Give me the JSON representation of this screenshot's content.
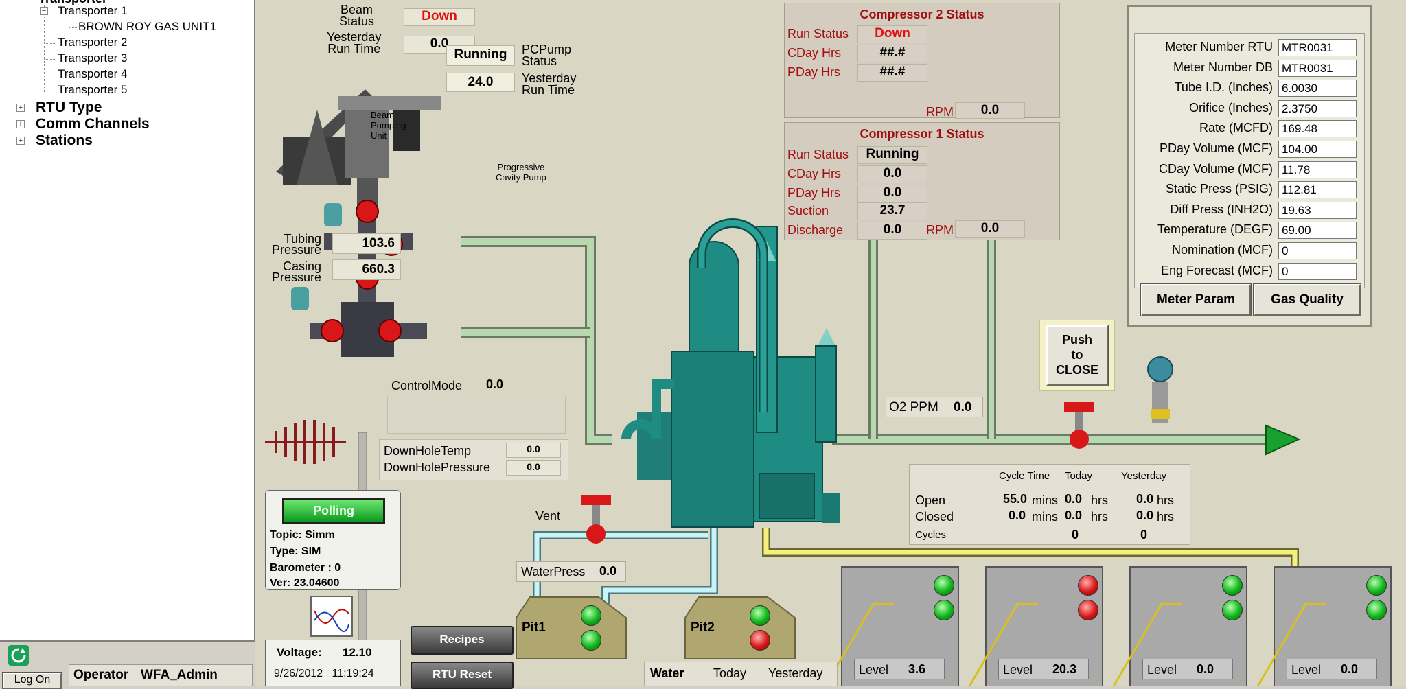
{
  "tree": {
    "partial_top": "Transporter",
    "items": [
      {
        "label": "Transporter 1"
      },
      {
        "label": "BROWN ROY GAS UNIT1"
      },
      {
        "label": "Transporter 2"
      },
      {
        "label": "Transporter 3"
      },
      {
        "label": "Transporter 4"
      },
      {
        "label": "Transporter 5"
      }
    ],
    "groups": [
      "RTU Type",
      "Comm Channels",
      "Stations"
    ]
  },
  "footer": {
    "login_label": "Log On",
    "operator_label": "Operator",
    "operator_value": "WFA_Admin"
  },
  "well": {
    "beam_status_label": "Beam\nStatus",
    "beam_status_value": "Down",
    "yesterday_runtime_label": "Yesterday\nRun Time",
    "yesterday_runtime_value": "0.0",
    "pcpump_status_value": "Running",
    "pcpump_status_label": "PCPump\nStatus",
    "pcp_runtime_value": "24.0",
    "pcp_runtime_label": "Yesterday\nRun Time",
    "beam_unit_label": "Beam\nPumping\nUnit",
    "pcp_label": "Progressive\nCavity Pump",
    "tubing_label": "Tubing\nPressure",
    "tubing_value": "103.6",
    "casing_label": "Casing\nPressure",
    "casing_value": "660.3",
    "control_mode_label": "ControlMode",
    "control_mode_value": "0.0",
    "downhole_temp_label": "DownHoleTemp",
    "downhole_temp_value": "0.0",
    "downhole_press_label": "DownHolePressure",
    "downhole_press_value": "0.0"
  },
  "rtu": {
    "polling_label": "Polling",
    "topic": "Topic: Simm",
    "type": "Type: SIM",
    "barometer": "Barometer : 0",
    "ver": "Ver: 23.04600",
    "voltage_label": "Voltage:",
    "voltage_value": "12.10",
    "datetime": "9/26/2012   11:19:24"
  },
  "buttons": {
    "recipes": "Recipes",
    "rtu_reset": "RTU Reset",
    "push_to_close": "Push\nto\nCLOSE",
    "meter_param": "Meter Param",
    "gas_quality": "Gas Quality"
  },
  "compressor2": {
    "title": "Compressor 2 Status",
    "run_status_label": "Run Status",
    "run_status_value": "Down",
    "cday_label": "CDay Hrs",
    "cday_value": "##.#",
    "pday_label": "PDay Hrs",
    "pday_value": "##.#",
    "rpm_label": "RPM",
    "rpm_value": "0.0"
  },
  "compressor1": {
    "title": "Compressor 1 Status",
    "run_status_label": "Run Status",
    "run_status_value": "Running",
    "cday_label": "CDay Hrs",
    "cday_value": "0.0",
    "pday_label": "PDay Hrs",
    "pday_value": "0.0",
    "suction_label": "Suction",
    "suction_value": "23.7",
    "discharge_label": "Discharge",
    "discharge_value": "0.0",
    "rpm_label": "RPM",
    "rpm_value": "0.0"
  },
  "meter": {
    "rows": [
      {
        "label": "Meter Number RTU",
        "value": "MTR0031"
      },
      {
        "label": "Meter Number DB",
        "value": "MTR0031"
      },
      {
        "label": "Tube I.D. (Inches)",
        "value": "6.0030"
      },
      {
        "label": "Orifice (Inches)",
        "value": "2.3750"
      },
      {
        "label": "Rate (MCFD)",
        "value": "169.48"
      },
      {
        "label": "PDay Volume (MCF)",
        "value": "104.00"
      },
      {
        "label": "CDay Volume (MCF)",
        "value": "11.78"
      },
      {
        "label": "Static Press (PSIG)",
        "value": "112.81"
      },
      {
        "label": "Diff Press (INH2O)",
        "value": "19.63"
      },
      {
        "label": "Temperature (DEGF)",
        "value": "69.00"
      },
      {
        "label": "Nomination (MCF)",
        "value": "0"
      },
      {
        "label": "Eng Forecast (MCF)",
        "value": "0"
      }
    ]
  },
  "o2": {
    "label": "O2 PPM",
    "value": "0.0"
  },
  "cycle": {
    "headers": [
      "Cycle Time",
      "Today",
      "Yesterday"
    ],
    "open_label": "Open",
    "open_cycle": "55.0",
    "open_cycle_unit": "mins",
    "open_today": "0.0",
    "open_today_unit": "hrs",
    "open_yest": "0.0",
    "open_yest_unit": "hrs",
    "closed_label": "Closed",
    "closed_cycle": "0.0",
    "closed_cycle_unit": "mins",
    "closed_today": "0.0",
    "closed_today_unit": "hrs",
    "closed_yest": "0.0",
    "closed_yest_unit": "hrs",
    "cycles_label": "Cycles",
    "cycles_today": "0",
    "cycles_yest": "0"
  },
  "vent_label": "Vent",
  "water": {
    "press_label": "WaterPress",
    "press_value": "0.0",
    "pit1": "Pit1",
    "pit2": "Pit2",
    "table_label": "Water",
    "today": "Today",
    "yesterday": "Yesterday"
  },
  "tanks": [
    {
      "level_label": "Level",
      "level": "3.6"
    },
    {
      "level_label": "Level",
      "level": "20.3"
    },
    {
      "level_label": "Level",
      "level": "0.0"
    },
    {
      "level_label": "Level",
      "level": "0.0"
    }
  ],
  "colors": {
    "pipe": "#b8d8b0",
    "vessel": "#1f8c84",
    "status_red": "#e01010",
    "arrow_green": "#1aa030"
  }
}
